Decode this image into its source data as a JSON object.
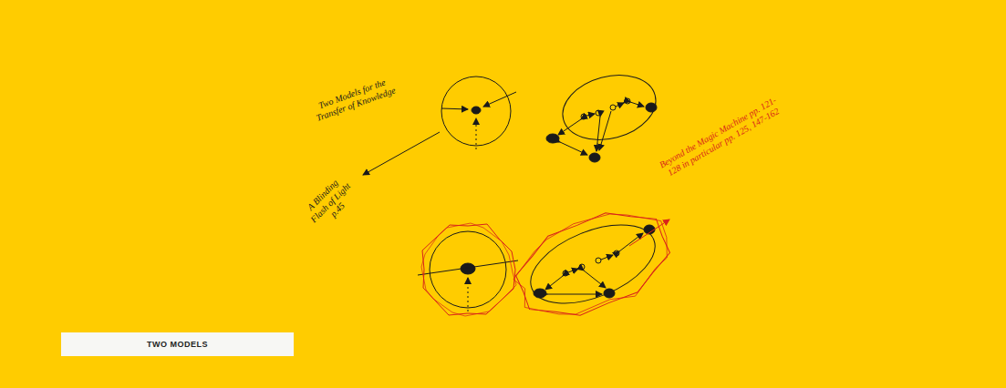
{
  "diagram": {
    "title": "Two Models for the Transfer of Knowledge",
    "caption": "TWO MODELS",
    "labels": [
      "A Blinding Flash of Light p.45",
      "Beyond the Magic Machine pp. 121-128 in particular pp. 125, 147-162"
    ]
  }
}
